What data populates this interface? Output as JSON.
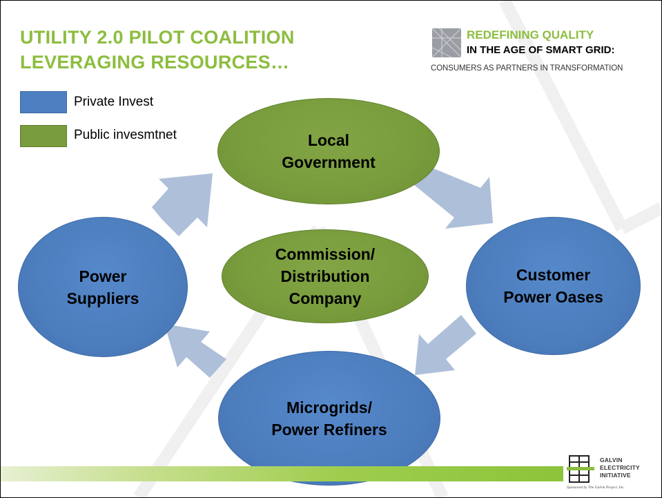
{
  "title": {
    "line1": "UTILITY 2.0 PILOT COALITION",
    "line2": "LEVERAGING RESOURCES…"
  },
  "header_logo": {
    "line1": "REDEFINING QUALITY",
    "line2": "IN THE AGE OF SMART GRID:",
    "line3": "CONSUMERS AS PARTNERS IN TRANSFORMATION"
  },
  "legend": [
    {
      "label": "Private Invest",
      "color": "#4e7fc0"
    },
    {
      "label": "Public invesmtnet",
      "color": "#789c3e"
    }
  ],
  "nodes": {
    "local_government": {
      "label": "Local\nGovernment",
      "type": "public"
    },
    "power_suppliers": {
      "label": "Power\nSuppliers",
      "type": "private"
    },
    "customer_power_oases": {
      "label": "Customer\nPower Oases",
      "type": "private"
    },
    "commission": {
      "label": "Commission/\nDistribution\nCompany",
      "type": "public"
    },
    "microgrids": {
      "label": "Microgrids/\nPower Refiners",
      "type": "private"
    }
  },
  "flow": [
    {
      "from": "power_suppliers",
      "to": "local_government"
    },
    {
      "from": "local_government",
      "to": "customer_power_oases"
    },
    {
      "from": "customer_power_oases",
      "to": "microgrids"
    },
    {
      "from": "microgrids",
      "to": "power_suppliers"
    }
  ],
  "colors": {
    "private": "#4e7fc0",
    "public": "#789c3e",
    "arrow": "#aebfd9",
    "accent": "#8cbd3f"
  },
  "footer_logo": {
    "line1": "GALVIN",
    "line2": "ELECTRICITY",
    "line3": "INITIATIVE",
    "sponsor": "Sponsored by The Galvin Project, Inc."
  }
}
